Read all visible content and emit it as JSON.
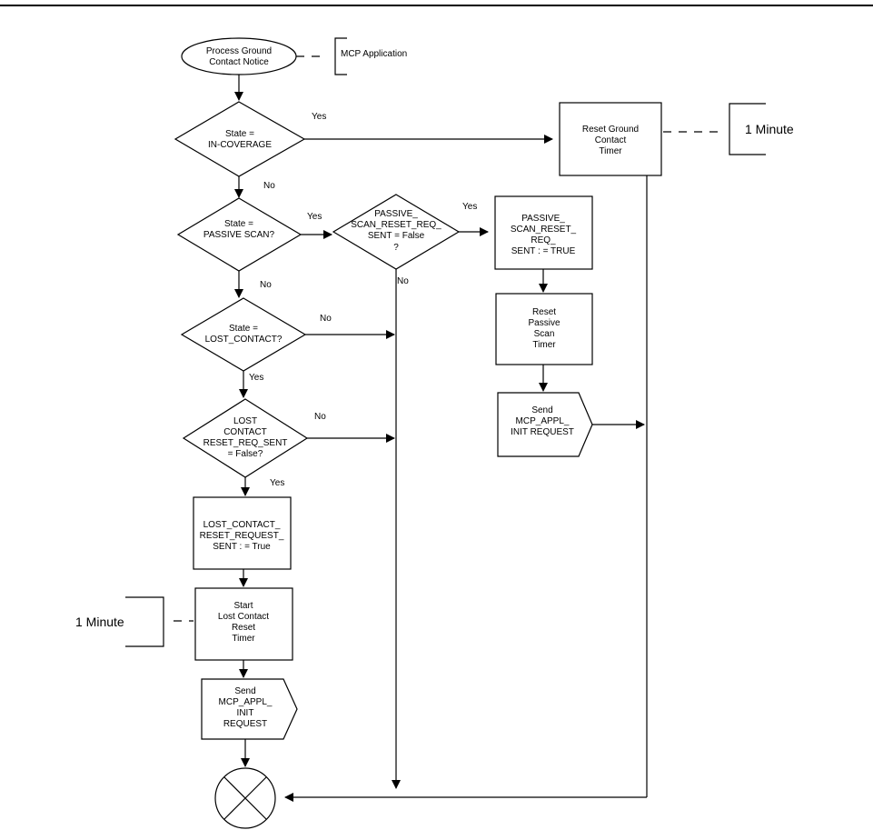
{
  "nodes": {
    "start": [
      "Process Ground",
      "Contact Notice"
    ],
    "annotation_app": "MCP Application",
    "d1": [
      "State =",
      "IN-COVERAGE"
    ],
    "reset_ground": [
      "Reset Ground",
      "Contact",
      "Timer"
    ],
    "annotation_1min_top": "1 Minute",
    "d2": [
      "State =",
      "PASSIVE SCAN?"
    ],
    "d3": [
      "PASSIVE_",
      "SCAN_RESET_REQ_",
      "SENT = False",
      "?"
    ],
    "passive_set": [
      "PASSIVE_",
      "SCAN_RESET_",
      "REQ_",
      "SENT : = TRUE"
    ],
    "reset_passive": [
      "Reset",
      "Passive",
      "Scan",
      "Timer"
    ],
    "send_right": [
      "Send",
      "MCP_APPL_",
      "INIT REQUEST"
    ],
    "d4": [
      "State =",
      "LOST_CONTACT?"
    ],
    "d5": [
      "LOST",
      "CONTACT",
      "RESET_REQ_SENT",
      "= False?"
    ],
    "lost_set": [
      "LOST_CONTACT_",
      "RESET_REQUEST_",
      "SENT : = True"
    ],
    "start_lost": [
      "Start",
      "Lost Contact",
      "Reset",
      "Timer"
    ],
    "annotation_1min_left": "1 Minute",
    "send_left": [
      "Send",
      "MCP_APPL_",
      "INIT",
      "REQUEST"
    ]
  },
  "edge_labels": {
    "d1_yes": "Yes",
    "d1_no": "No",
    "d2_yes": "Yes",
    "d2_no": "No",
    "d3_yes": "Yes",
    "d3_no": "No",
    "d4_no": "No",
    "d4_yes": "Yes",
    "d5_no": "No",
    "d5_yes": "Yes"
  }
}
